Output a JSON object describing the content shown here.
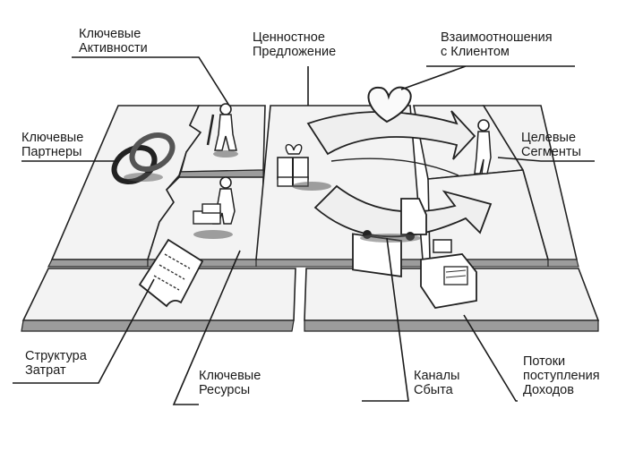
{
  "labels": {
    "key_activities": {
      "line1": "Ключевые",
      "line2": "Активности"
    },
    "value_proposition": {
      "line1": "Ценностное",
      "line2": "Предложение"
    },
    "customer_relationships": {
      "line1": "Взаимоотношения",
      "line2": "с Клиентом"
    },
    "key_partners": {
      "line1": "Ключевые",
      "line2": "Партнеры"
    },
    "customer_segments": {
      "line1": "Целевые",
      "line2": "Сегменты"
    },
    "cost_structure": {
      "line1": "Структура",
      "line2": "Затрат"
    },
    "key_resources": {
      "line1": "Ключевые",
      "line2": "Ресурсы"
    },
    "channels": {
      "line1": "Каналы",
      "line2": "Сбыта"
    },
    "revenue_streams": {
      "line1": "Потоки",
      "line2": "поступления",
      "line3": "Доходов"
    }
  },
  "colors": {
    "board_top": "#f2f2f2",
    "board_side": "#9a9a9a",
    "ink": "#1a1a1a"
  }
}
